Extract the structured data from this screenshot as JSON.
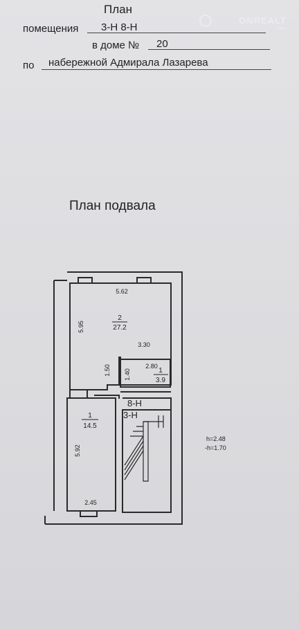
{
  "header": {
    "title": "План",
    "room_label": "помещения",
    "room_value": "3-Н 8-Н",
    "house_label": "в доме №",
    "house_value": "20",
    "street_prefix": "по",
    "street_value": "набережной Адмирала Лазарева"
  },
  "watermark": {
    "brand": "ONREALT",
    "domain": ".com"
  },
  "plan": {
    "title": "План подвала",
    "rooms": [
      {
        "number": "2",
        "area": "27.2"
      },
      {
        "number": "1",
        "area": "3.9"
      },
      {
        "number": "1",
        "area": "14.5"
      }
    ],
    "dims": {
      "top_width": "5.62",
      "left_height_upper": "5.95",
      "inner_width": "3.30",
      "passage_height": "1.50",
      "small_width": "2.80",
      "small_height": "1.40",
      "lower_height": "5.92",
      "bottom_width": "2.45"
    },
    "unit_labels": [
      "8-Н",
      "3-Н"
    ],
    "heights": {
      "h": "h=2.48",
      "neg_h": "-h=1.70"
    }
  }
}
